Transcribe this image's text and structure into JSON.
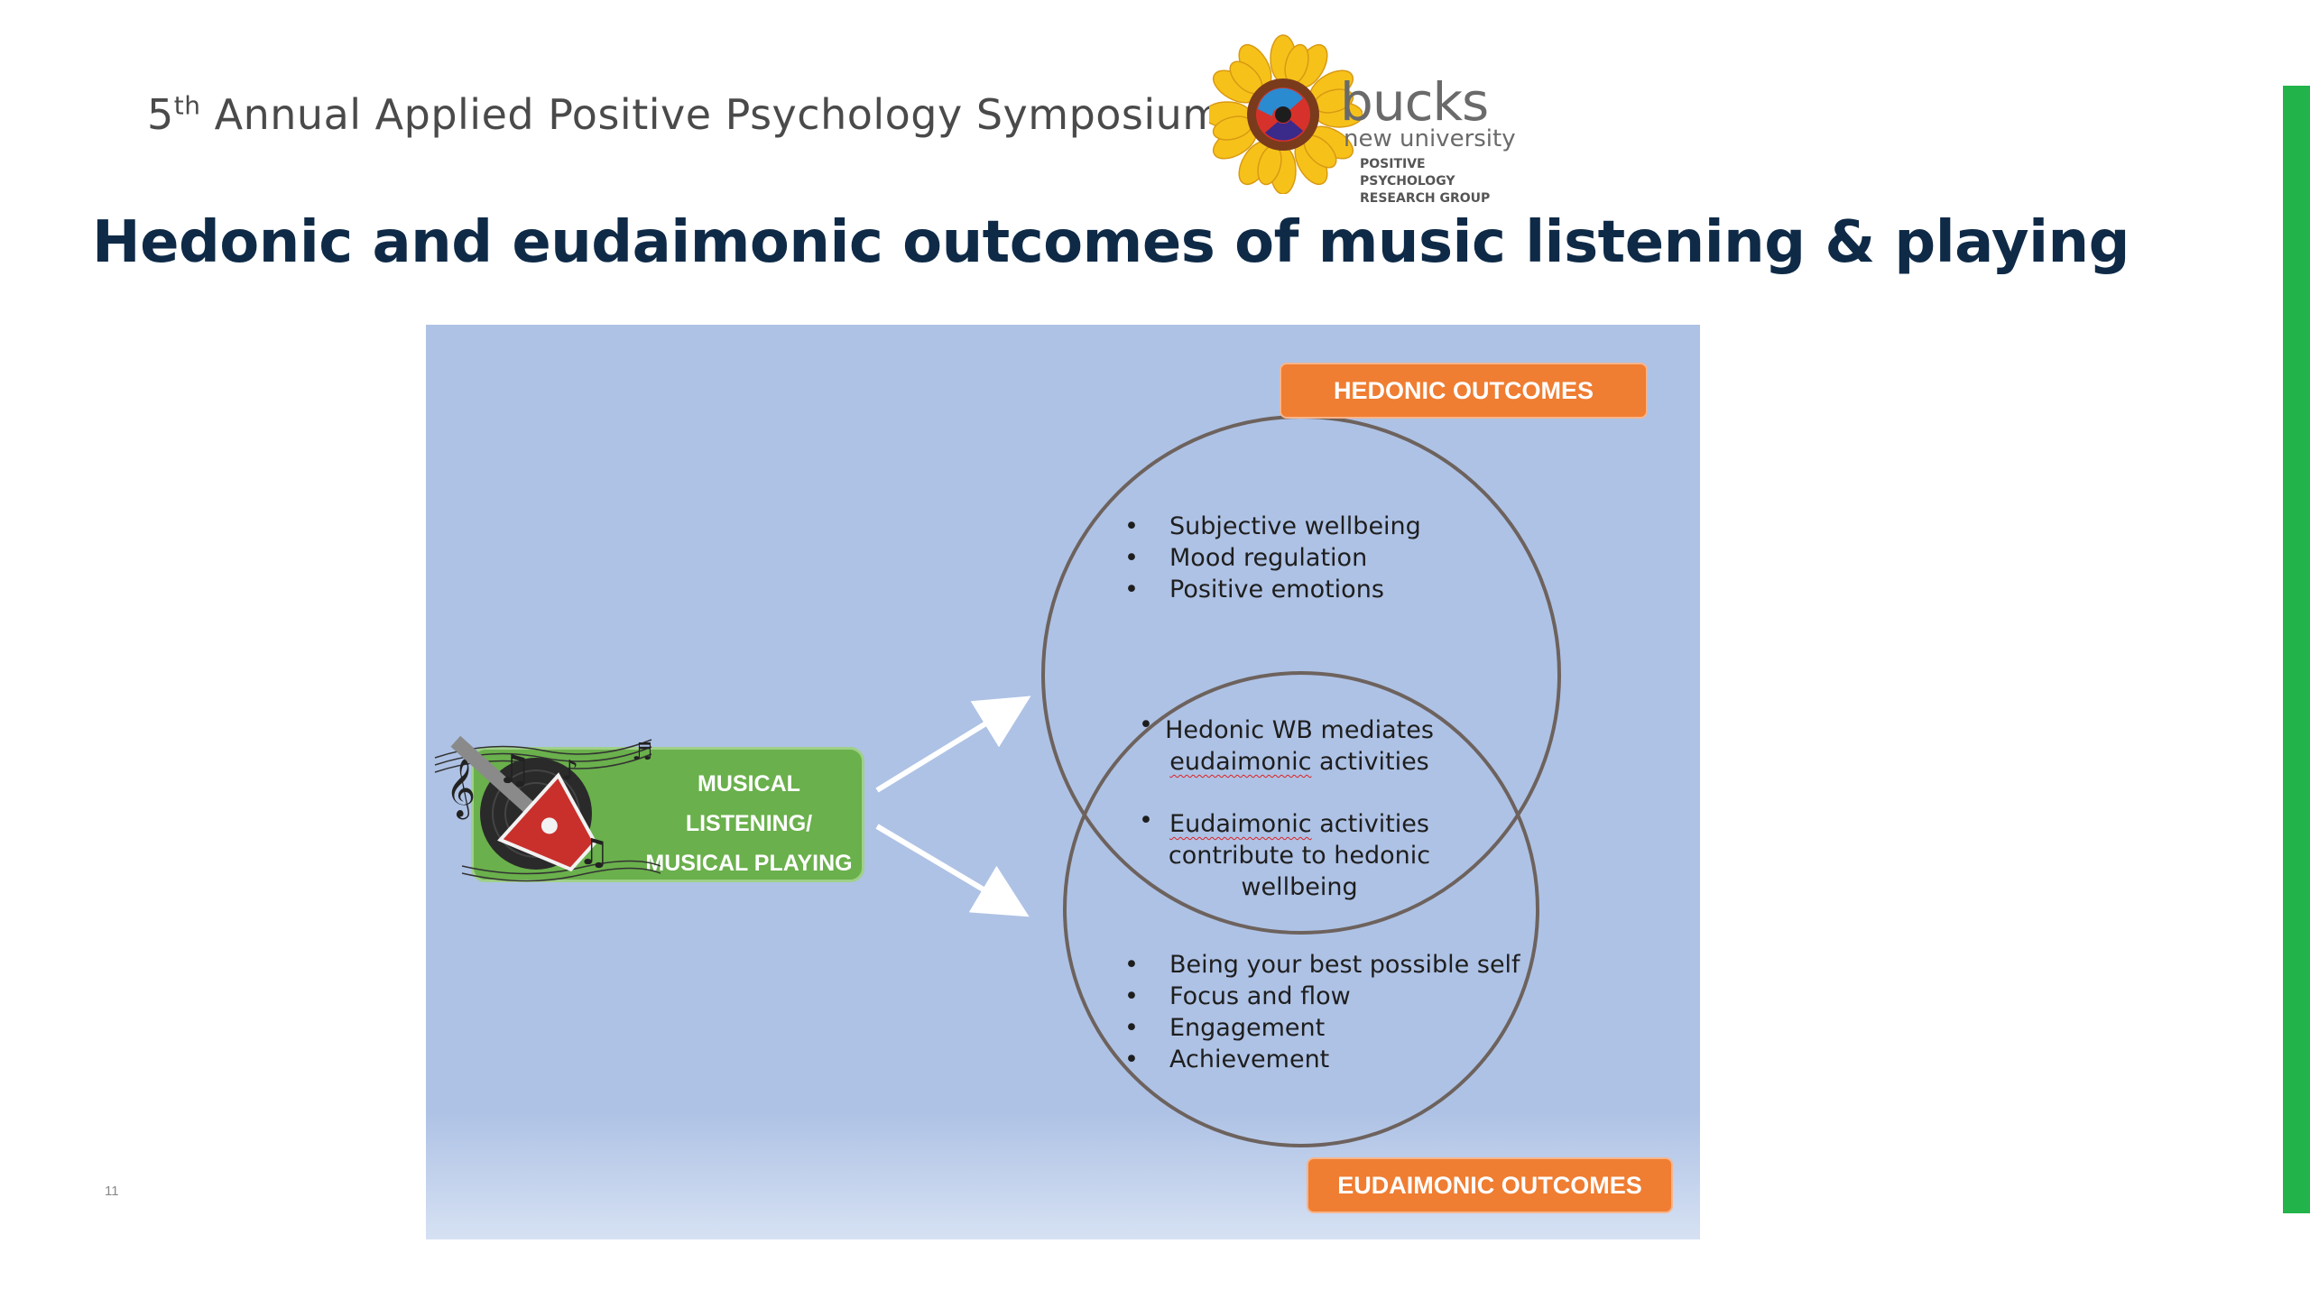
{
  "header": {
    "symposium_ordinal": "5",
    "symposium_sup": "th",
    "symposium_text": " Annual Applied Positive Psychology Symposium",
    "logo_brand": "bucks",
    "logo_uni": "new university",
    "logo_group_line1": "POSITIVE PSYCHOLOGY",
    "logo_group_line2": "RESEARCH GROUP"
  },
  "slide": {
    "title": "Hedonic and eudaimonic outcomes of music listening & playing",
    "page_number": "11"
  },
  "diagram": {
    "source_label_line1": "MUSICAL",
    "source_label_line2": "LISTENING/",
    "source_label_line3": "MUSICAL PLAYING",
    "hedonic_label": "HEDONIC OUTCOMES",
    "eudaimonic_label": "EUDAIMONIC OUTCOMES",
    "hedonic_items": [
      "Subjective wellbeing",
      "Mood regulation",
      "Positive emotions"
    ],
    "overlap_item1_line1": "Hedonic WB mediates",
    "overlap_item1_word": "eudaimonic",
    "overlap_item1_rest": " activities",
    "overlap_item2_word": "Eudaimonic",
    "overlap_item2_rest": " activities",
    "overlap_item2_line2": "contribute to hedonic",
    "overlap_item2_line3": "wellbeing",
    "eudaimonic_items": [
      "Being your best possible self",
      "Focus and flow",
      "Engagement",
      "Achievement"
    ]
  },
  "colors": {
    "title": "#0e2a47",
    "badge": "#ef7d32",
    "diagram_bg": "#aec2e5",
    "music_box": "#6ab04c",
    "accent_bar": "#22b34a"
  }
}
